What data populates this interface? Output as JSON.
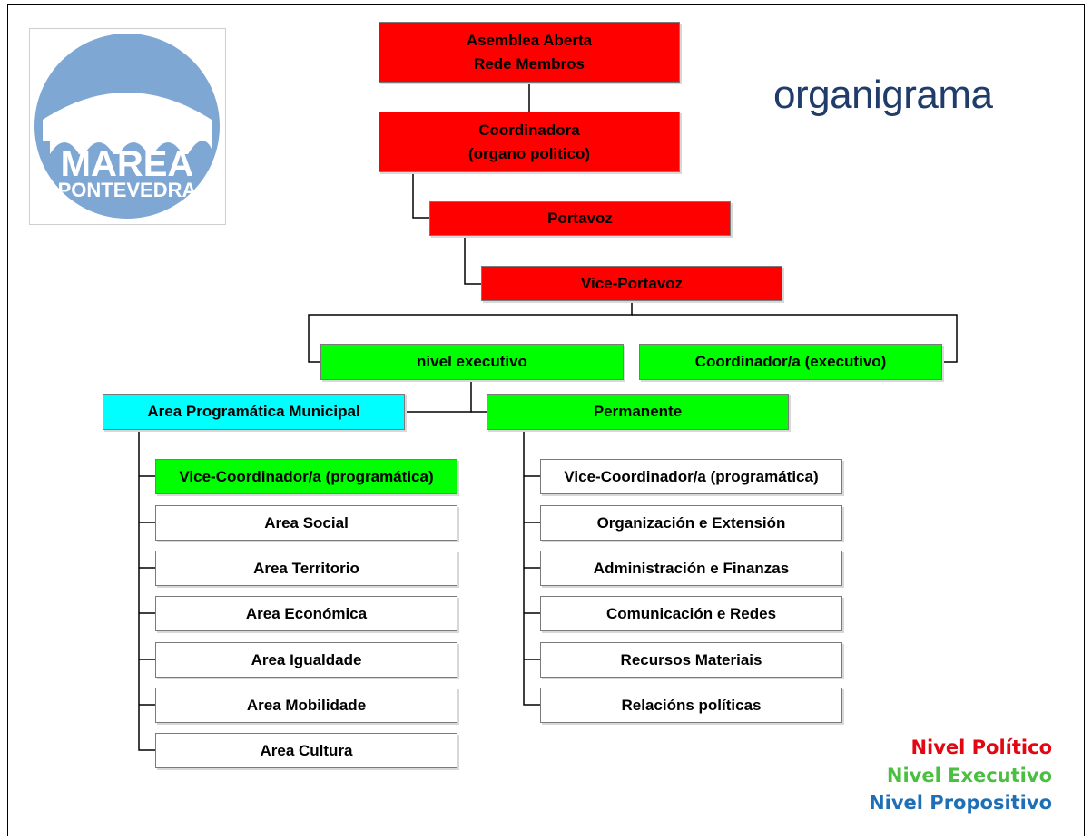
{
  "title": "organigrama",
  "logo": {
    "line1": "MAREA",
    "line2": "PONTEVEDRA"
  },
  "political": {
    "assembly": "Asemblea Aberta\nRede Membros",
    "coordinator": "Coordinadora\n(organo politico)",
    "spokesperson": "Portavoz",
    "vice_spokesperson": "Vice-Portavoz"
  },
  "executive": {
    "level": "nivel executivo",
    "coordinator": "Coordinador/a (executivo)",
    "permanent": "Permanente"
  },
  "programmatic_area": {
    "label": "Area Programática Municipal",
    "vice": "Vice-Coordinador/a (programática)",
    "areas": [
      "Area Social",
      "Area Territorio",
      "Area Económica",
      "Area Igualdade",
      "Area Mobilidade",
      "Area Cultura"
    ]
  },
  "permanent_units": {
    "items": [
      "Vice-Coordinador/a (programática)",
      "Organización e Extensión",
      "Administración e Finanzas",
      "Comunicación e Redes",
      "Recursos Materiais",
      "Relacións políticas"
    ]
  },
  "legend": {
    "political": "Nivel Político",
    "executive": "Nivel Executivo",
    "propositive": "Nivel Propositivo"
  },
  "colors": {
    "political": "#ff0000",
    "executive": "#00ff00",
    "propositive": "#00ffff",
    "legend_political": "#e30613",
    "legend_executive": "#4bbf3f",
    "legend_propositive": "#1f6fb6",
    "title": "#1f3c6b",
    "logo_bg": "#7fa7d4"
  }
}
